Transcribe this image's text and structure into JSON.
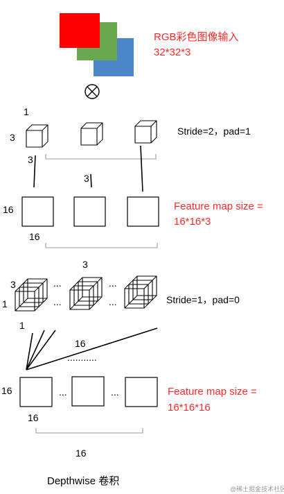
{
  "colors": {
    "red": "#ff0000",
    "green": "#6aa84f",
    "blue": "#4a86c8",
    "annotation": "#ff2a2a"
  },
  "section1": {
    "input_label": "RGB彩色图像输入",
    "input_size": "32*32*3",
    "operator_icon": "circled-times-icon",
    "kernel_depth": "1",
    "kernel_height": "3",
    "kernel_width": "3",
    "stride_text": "Stride=2，pad=1",
    "kernel_count": "3",
    "fmap_height": "16",
    "fmap_width": "16",
    "fmap_label": "Feature map size =",
    "fmap_size": "16*16*3",
    "fmap_count": "3"
  },
  "section2": {
    "kernel_height": "3",
    "kernel_depth": "1",
    "ellipsis": "...",
    "stride_text": "Stride=1，pad=0",
    "kernel_width": "1",
    "filter_count": "16",
    "dots": "...........",
    "fmap_height": "16",
    "fmap_width": "16",
    "fmap_label": "Feature map size =",
    "fmap_size": "16*16*16",
    "fmap_count": "16"
  },
  "caption": "Depthwise 卷积",
  "watermark": "@稀土掘金技术社区"
}
